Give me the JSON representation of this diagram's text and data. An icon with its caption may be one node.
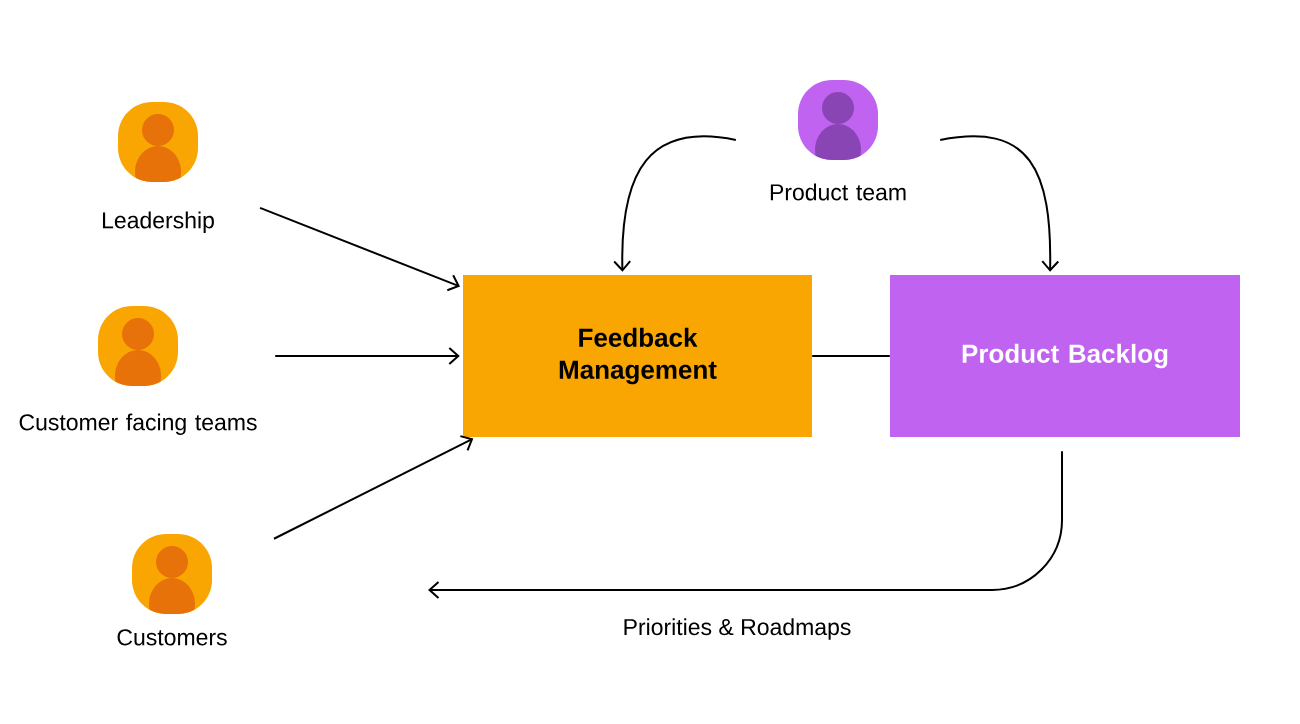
{
  "diagram": {
    "nodes": [
      {
        "text": [
          "Leadership"
        ]
      },
      {
        "text": [
          "Product team"
        ]
      },
      {
        "text": [
          "Customer facing teams"
        ]
      },
      {
        "text": [
          "Feedback Management"
        ]
      },
      {
        "text": [
          "Product Backlog"
        ]
      },
      {
        "text": [
          "Customers"
        ]
      }
    ],
    "edges": [
      {
        "from": 0,
        "to": 3,
        "arrow": "to"
      },
      {
        "from": 1,
        "to": 3,
        "arrow": "to"
      },
      {
        "from": 1,
        "to": 4,
        "arrow": "to"
      },
      {
        "from": 2,
        "to": 3,
        "arrow": "to"
      },
      {
        "from": 3,
        "to": 4,
        "arrow": "none"
      },
      {
        "from": 5,
        "to": 3,
        "arrow": "to"
      },
      {
        "from": 4,
        "to": null,
        "arrow": "to",
        "label": "Priorities & Roadmaps"
      }
    ]
  }
}
